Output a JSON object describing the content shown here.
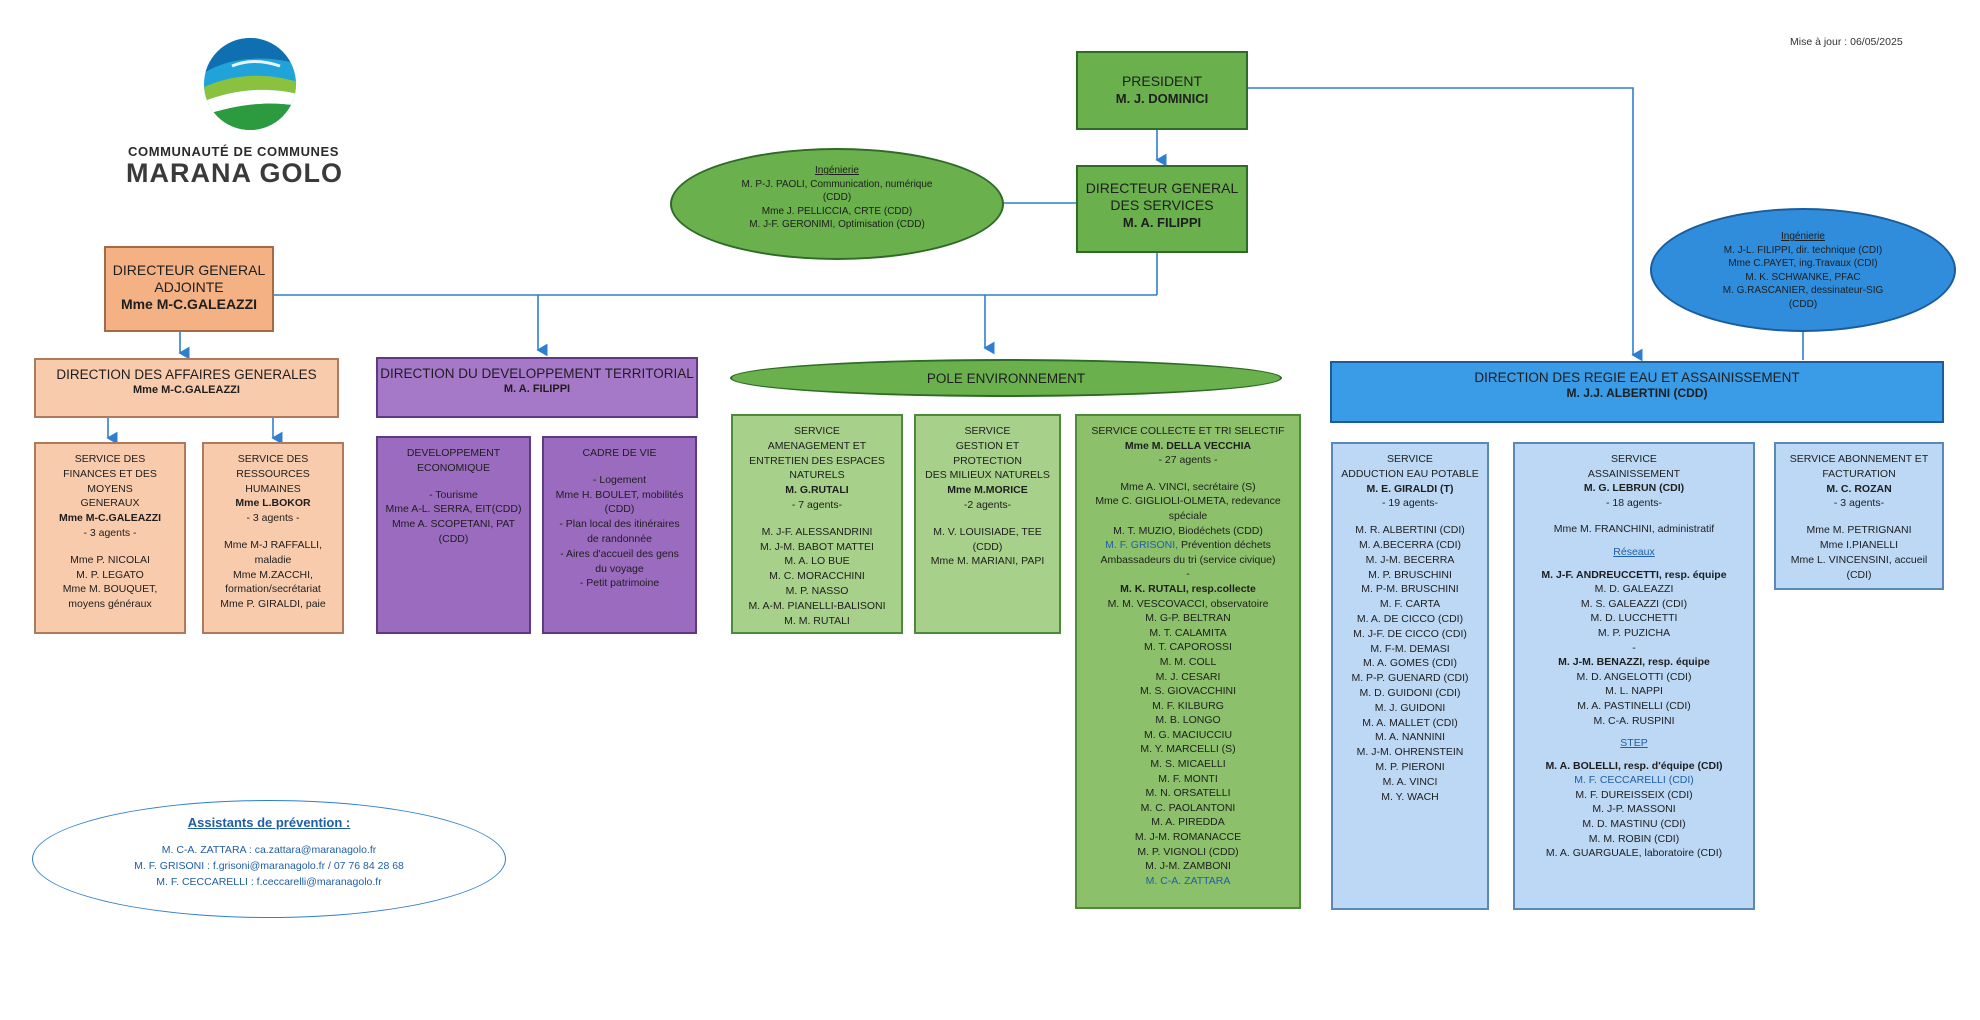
{
  "update_note": "Mise à jour : 06/05/2025",
  "logo": {
    "line1": "COMMUNAUTÉ DE COMMUNES",
    "line2": "MARANA GOLO"
  },
  "president": {
    "title": "PRESIDENT",
    "name": "M. J. DOMINICI"
  },
  "dgs": {
    "title1": "DIRECTEUR GENERAL",
    "title2": "DES SERVICES",
    "name": "M. A. FILIPPI"
  },
  "ingenierie_left": {
    "title": "Ingénierie",
    "lines": [
      "M. P-J. PAOLI, Communication, numérique",
      "(CDD)",
      "Mme J. PELLICCIA, CRTE (CDD)",
      "M. J-F. GERONIMI, Optimisation (CDD)"
    ]
  },
  "ingenierie_right": {
    "title": "Ingénierie",
    "lines": [
      "M. J-L. FILIPPI, dir. technique (CDI)",
      "Mme C.PAYET, ing.Travaux (CDI)",
      "M. K. SCHWANKE, PFAC",
      "M. G.RASCANIER, dessinateur-SIG",
      "(CDD)"
    ]
  },
  "dga": {
    "title1": "DIRECTEUR GENERAL",
    "title2": "ADJOINTE",
    "name": "Mme M-C.GALEAZZI"
  },
  "dag": {
    "title": "DIRECTION DES AFFAIRES GENERALES",
    "name": "Mme M-C.GALEAZZI"
  },
  "ddt": {
    "title": "DIRECTION DU DEVELOPPEMENT TERRITORIAL",
    "name": "M. A. FILIPPI"
  },
  "pole_env": {
    "title": "POLE ENVIRONNEMENT"
  },
  "regie": {
    "title": "DIRECTION DES REGIE EAU ET ASSAINISSEMENT",
    "name": "M. J.J. ALBERTINI (CDD)"
  },
  "svc_finances": {
    "title": "SERVICE DES\nFINANCES ET DES MOYENS\nGENERAUX",
    "name": "Mme M-C.GALEAZZI",
    "count": "- 3 agents -",
    "members": "Mme P. NICOLAI\nM. P. LEGATO\nMme M. BOUQUET,\nmoyens généraux"
  },
  "svc_rh": {
    "title": "SERVICE DES\nRESSOURCES HUMAINES",
    "name": "Mme L.BOKOR",
    "count": "- 3 agents -",
    "members": "Mme M-J RAFFALLI,\nmaladie\nMme M.ZACCHI,\nformation/secrétariat\nMme P. GIRALDI, paie"
  },
  "dev_eco": {
    "title": "DEVELOPPEMENT\nECONOMIQUE",
    "members": "- Tourisme\nMme A-L. SERRA, EIT(CDD)\nMme A. SCOPETANI, PAT\n(CDD)"
  },
  "cadre_vie": {
    "title": "CADRE DE VIE",
    "members": "- Logement\nMme H. BOULET, mobilités\n(CDD)\n- Plan local des itinéraires\nde randonnée\n- Aires d'accueil des gens\ndu voyage\n- Petit patrimoine"
  },
  "svc_amenagement": {
    "title": "SERVICE\nAMENAGEMENT ET\nENTRETIEN DES ESPACES\nNATURELS",
    "name": "M. G.RUTALI",
    "count": "- 7 agents-",
    "members": "M. J-F. ALESSANDRINI\nM. J-M. BABOT MATTEI\nM. A. LO BUE\nM. C. MORACCHINI\nM. P. NASSO\nM. A-M. PIANELLI-BALISONI\nM. M. RUTALI"
  },
  "svc_gestion": {
    "title": "SERVICE\nGESTION ET PROTECTION\nDES MILIEUX NATURELS",
    "name": "Mme M.MORICE",
    "count": "-2 agents-",
    "members": "M. V. LOUISIADE, TEE\n(CDD)\nMme M. MARIANI, PAPI"
  },
  "svc_collecte": {
    "title": "SERVICE COLLECTE ET TRI SELECTIF",
    "name": "Mme M. DELLA VECCHIA",
    "count": "- 27 agents -",
    "members_a": "Mme A. VINCI, secrétaire (S)\nMme C. GIGLIOLI-OLMETA, redevance\nspéciale\nM. T. MUZIO, Biodéchets (CDD)",
    "blue_a": "M. F. GRISONI,",
    "after_blue_a": " Prévention déchets",
    "members_b": "Ambassadeurs du tri (service civique)\n-",
    "lead": "M. K. RUTALI, resp.collecte",
    "members_c": "M. M. VESCOVACCI, observatoire\nM. G-P. BELTRAN\nM. T. CALAMITA\nM. T. CAPOROSSI\nM. M. COLL\nM. J. CESARI\nM. S. GIOVACCHINI\nM. F. KILBURG\nM. B. LONGO\nM. G. MACIUCCIU\nM. Y. MARCELLI (S)\nM. S. MICAELLI\nM. F. MONTI\nM. N. ORSATELLI\nM. C. PAOLANTONI\nM. A. PIREDDA\nM. J-M. ROMANACCE\nM. P. VIGNOLI (CDD)\nM. J-M. ZAMBONI",
    "blue_b": "M. C-A. ZATTARA"
  },
  "svc_adduction": {
    "title": "SERVICE\nADDUCTION EAU POTABLE",
    "name": "M. E. GIRALDI (T)",
    "count": "- 19 agents-",
    "members": "M. R. ALBERTINI (CDI)\nM. A.BECERRA (CDI)\nM. J-M. BECERRA\nM. P. BRUSCHINI\nM. P-M. BRUSCHINI\nM. F. CARTA\nM. A. DE CICCO (CDI)\nM. J-F. DE CICCO (CDI)\nM. F-M. DEMASI\nM. A. GOMES (CDI)\nM. P-P. GUENARD (CDI)\nM. D. GUIDONI (CDI)\nM. J. GUIDONI\nM. A. MALLET (CDI)\nM. A. NANNINI\nM. J-M. OHRENSTEIN\nM. P. PIERONI\nM. A. VINCI\nM. Y. WACH"
  },
  "svc_assainissement": {
    "title": "SERVICE\nASSAINISSEMENT",
    "name": "M. G. LEBRUN (CDI)",
    "count": "- 18 agents-",
    "admin": "Mme M. FRANCHINI, administratif",
    "reseaux_title": "Réseaux",
    "lead1": "M. J-F. ANDREUCCETTI, resp. équipe",
    "team1": "M. D. GALEAZZI\nM. S. GALEAZZI (CDI)\nM. D. LUCCHETTI\nM. P. PUZICHA\n-",
    "lead2": "M. J-M. BENAZZI, resp. équipe",
    "team2": "M. D. ANGELOTTI (CDI)\nM. L. NAPPI\nM. A. PASTINELLI (CDI)\nM. C-A. RUSPINI",
    "step_title": "STEP",
    "lead3": "M. A. BOLELLI, resp. d'équipe (CDI)",
    "blue3": "M. F. CECCARELLI (CDI)",
    "team3": "M. F. DUREISSEIX (CDI)\nM. J-P. MASSONI\nM. D. MASTINU (CDI)\nM. M. ROBIN (CDI)\nM. A. GUARGUALE, laboratoire (CDI)"
  },
  "svc_abonnement": {
    "title": "SERVICE ABONNEMENT ET\nFACTURATION",
    "name": "M. C. ROZAN",
    "count": "- 3 agents-",
    "members": "Mme M. PETRIGNANI\nMme I.PIANELLI\nMme L. VINCENSINI, accueil\n(CDI)"
  },
  "assistants": {
    "title": "Assistants de prévention :",
    "line1": "M. C-A. ZATTARA : ca.zattara@maranagolo.fr",
    "line2": "M. F. GRISONI : f.grisoni@maranagolo.fr / 07 76 84 28 68",
    "line3": "M. F. CECCARELLI : f.ceccarelli@maranagolo.fr"
  },
  "colors": {
    "green_dark": "#6ab04c",
    "green_light": "#a7d08a",
    "salmon": "#f8cbad",
    "purple": "#a678c8",
    "blue": "#3a9be6",
    "blue_light": "#bcd8f4",
    "connector": "#2f7fd0"
  }
}
